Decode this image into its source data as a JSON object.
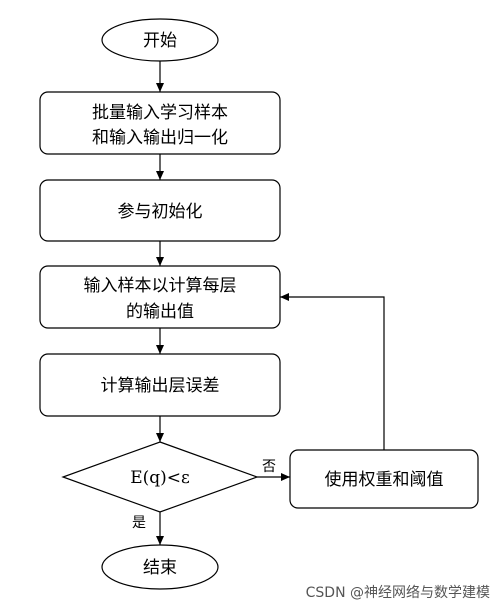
{
  "flowchart": {
    "start": "开始",
    "step1_line1": "批量输入学习样本",
    "step1_line2": "和输入输出归一化",
    "step2": "参与初始化",
    "step3_line1": "输入样本以计算每层",
    "step3_line2": "的输出值",
    "step4": "计算输出层误差",
    "decision": "E(q)<ε",
    "update": "使用权重和阈值",
    "yes_label": "是",
    "no_label": "否",
    "end": "结束"
  },
  "watermark": "CSDN @神经网络与数学建模"
}
